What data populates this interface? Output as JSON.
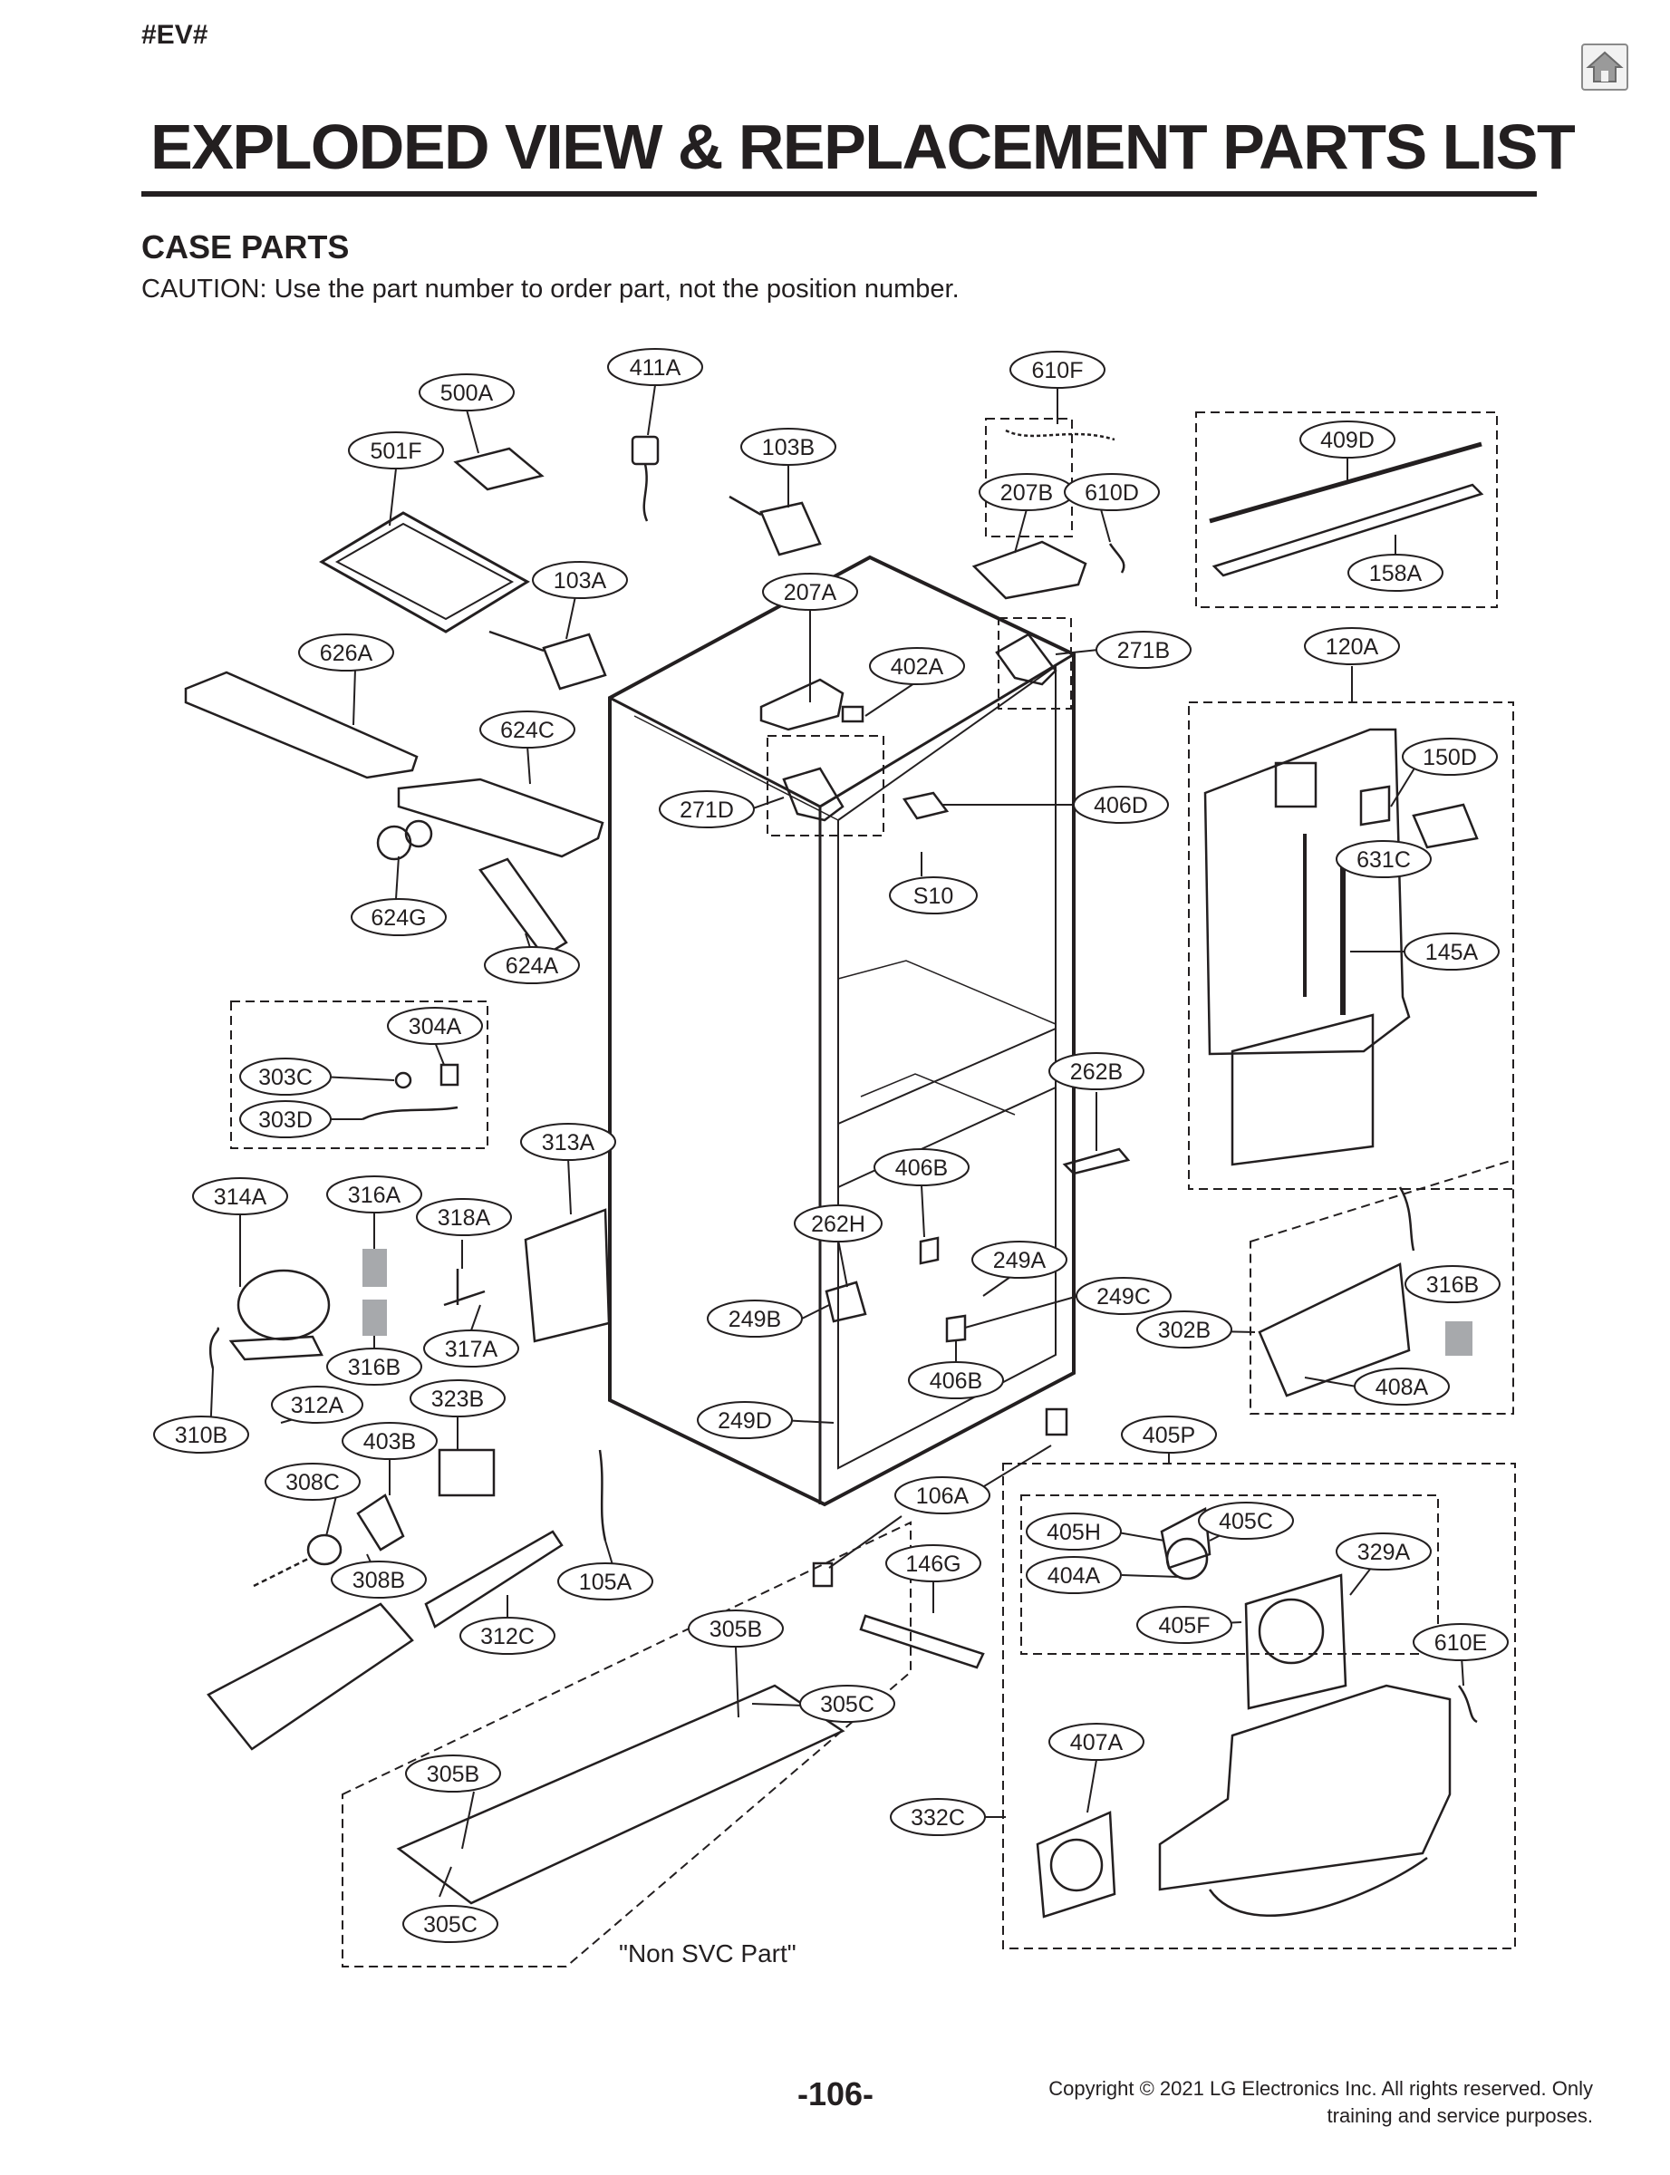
{
  "doc_tag": "#EV#",
  "home_icon": "home-icon",
  "title": "EXPLODED VIEW & REPLACEMENT PARTS LIST",
  "section_title": "CASE PARTS",
  "caution": "CAUTION: Use the part number to order part, not the position number.",
  "non_svc_label": "\"Non SVC Part\"",
  "page_number": "-106-",
  "copyright_line1": "Copyright © 2021 LG Electronics Inc. All rights reserved. Only",
  "copyright_line2": "training and service purposes.",
  "part_labels": [
    "411A",
    "500A",
    "610F",
    "501F",
    "103B",
    "207B",
    "610D",
    "409D",
    "103A",
    "207A",
    "158A",
    "626A",
    "402A",
    "271B",
    "120A",
    "624C",
    "150D",
    "271D",
    "406D",
    "631C",
    "S10",
    "624G",
    "624A",
    "145A",
    "304A",
    "303C",
    "303D",
    "262B",
    "313A",
    "406B",
    "314A",
    "316A",
    "318A",
    "262H",
    "249A",
    "316B",
    "249C",
    "249B",
    "302B",
    "317A",
    "316B",
    "406B",
    "408A",
    "312A",
    "323B",
    "249D",
    "310B",
    "403B",
    "405P",
    "308C",
    "106A",
    "405H",
    "405C",
    "329A",
    "404A",
    "146G",
    "308B",
    "105A",
    "405F",
    "610E",
    "312C",
    "305B",
    "305C",
    "407A",
    "305B",
    "332C",
    "305C"
  ]
}
